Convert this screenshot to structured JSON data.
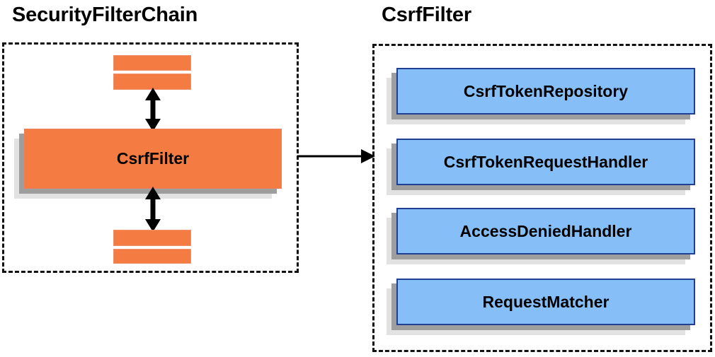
{
  "diagram": {
    "title_left": "SecurityFilterChain",
    "title_right": "CsrfFilter",
    "colors": {
      "orange_fill": "#f47b42",
      "orange_border": "#e8805a",
      "blue_fill": "#86bff8",
      "blue_border": "#1f3f93",
      "shadow_dark": "#9e9e9e",
      "shadow_light": "#e2e2e2",
      "dashed_border": "#111111",
      "text": "#000000"
    }
  },
  "left_panel": {
    "title": "SecurityFilterChain",
    "main_box": {
      "label": "CsrfFilter"
    },
    "strips": [
      {
        "label": ""
      },
      {
        "label": ""
      },
      {
        "label": ""
      },
      {
        "label": ""
      }
    ]
  },
  "right_panel": {
    "title": "CsrfFilter",
    "components": [
      {
        "label": "CsrfTokenRepository"
      },
      {
        "label": "CsrfTokenRequestHandler"
      },
      {
        "label": "AccessDeniedHandler"
      },
      {
        "label": "RequestMatcher"
      }
    ]
  },
  "connections": [
    {
      "name": "chain-to-detail",
      "from": "SecurityFilterChain",
      "to": "CsrfFilter",
      "style": "single-arrow-right"
    },
    {
      "name": "filters-above",
      "from": "filter-strips-top",
      "to": "CsrfFilter",
      "style": "double-arrow-vertical"
    },
    {
      "name": "filters-below",
      "from": "CsrfFilter",
      "to": "filter-strips-bottom",
      "style": "double-arrow-vertical"
    }
  ]
}
